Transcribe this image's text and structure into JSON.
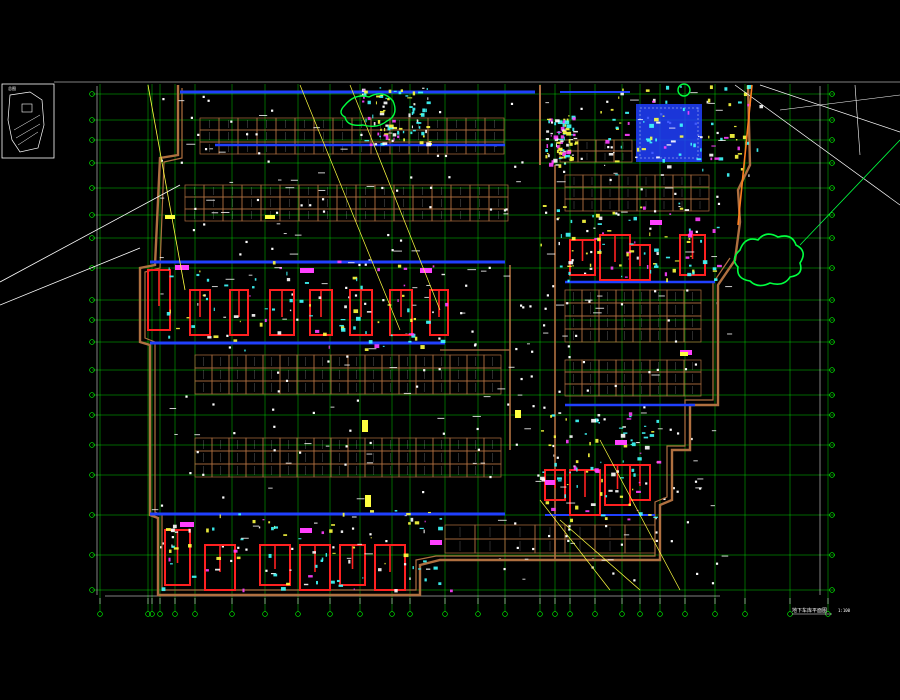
{
  "drawing": {
    "title_block_text": "地下车库平面图",
    "scale_text": "1:100",
    "key_plan_label": "总图",
    "colors": {
      "background": "#000000",
      "axis": "#00ff00",
      "grid_white": "#ffffff",
      "wall_brown": "#b07040",
      "wall_red": "#ff2020",
      "blue": "#2040ff",
      "yellow": "#ffff40",
      "magenta": "#ff40ff",
      "cyan": "#40ffff",
      "tree_green": "#00ff40",
      "orange": "#ff8020"
    }
  }
}
